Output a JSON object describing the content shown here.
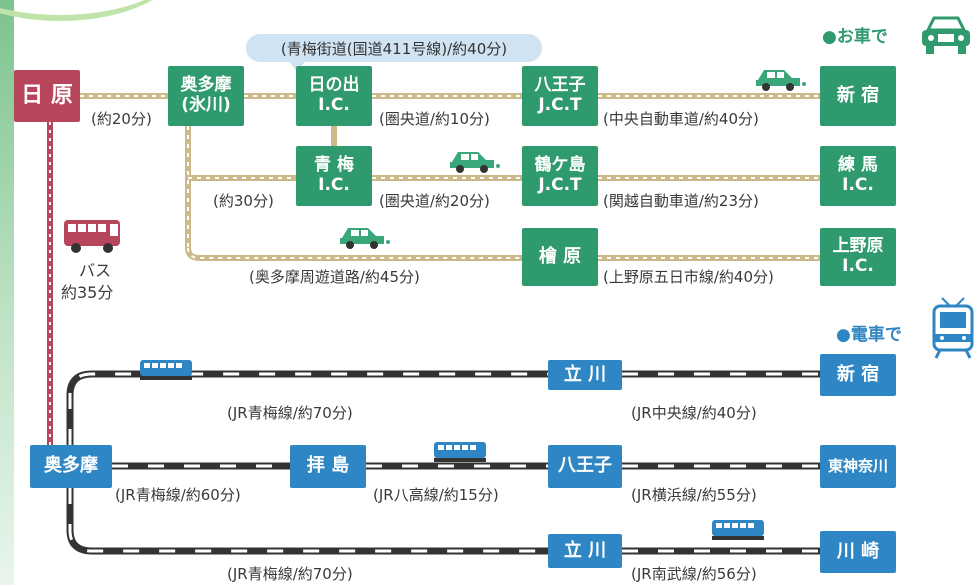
{
  "headers": {
    "car": "●お車で",
    "train": "●電車で"
  },
  "icons": {
    "car_big": "car-outline-icon",
    "car_small": "small-green-car-icon",
    "train_big": "train-front-icon",
    "train_small": "blue-train-icon",
    "bus": "bus-icon"
  },
  "colors": {
    "road": "#2f9a6e",
    "rail": "#2f86c4",
    "origin": "#b7465c",
    "road_line": "#cbb98a"
  },
  "bubble": "(青梅街道(国道411号線)/約40分)",
  "stations": {
    "hihara": "日 原",
    "okutama_hikawa": [
      "奥多摩",
      "(氷川)"
    ],
    "hinode_ic": [
      "日の出",
      "I.C."
    ],
    "ome_ic": [
      "青 梅",
      "I.C."
    ],
    "hachioji_jct": [
      "八王子",
      "J.C.T"
    ],
    "tsurugashima_jct": [
      "鶴ケ島",
      "J.C.T"
    ],
    "hinohara": "檜 原",
    "shinjuku_car": "新 宿",
    "nerima_ic": [
      "練 馬",
      "I.C."
    ],
    "uenohara_ic": [
      "上野原",
      "I.C."
    ],
    "okutama_rail": "奥多摩",
    "haijima": "拝 島",
    "tachikawa1": "立 川",
    "hachioji_rail": "八王子",
    "tachikawa2": "立 川",
    "shinjuku_rail": "新 宿",
    "higashikanagawa": "東神奈川",
    "kawasaki": "川 崎"
  },
  "car_labels": {
    "hihara_okutama": "(約20分)",
    "hinode_hachioji": "(圏央道/約10分)",
    "hachioji_shinjuku": "(中央自動車道/約40分)",
    "okutama_ome": "(約30分)",
    "ome_tsurugashima": "(圏央道/約20分)",
    "tsurugashima_nerima": "(関越自動車道/約23分)",
    "okutama_hinohara": "(奥多摩周遊道路/約45分)",
    "hinohara_uenohara": "(上野原五日市線/約40分)"
  },
  "bus": {
    "label": "バス",
    "time": "約35分"
  },
  "rail_labels": {
    "top_ome": "(JR青梅線/約70分)",
    "tachikawa_shinjuku": "(JR中央線/約40分)",
    "okutama_haijima": "(JR青梅線/約60分)",
    "haijima_hachioji": "(JR八高線/約15分)",
    "hachioji_higashikanagawa": "(JR横浜線/約55分)",
    "bottom_ome": "(JR青梅線/約70分)",
    "tachikawa_kawasaki": "(JR南武線/約56分)"
  }
}
